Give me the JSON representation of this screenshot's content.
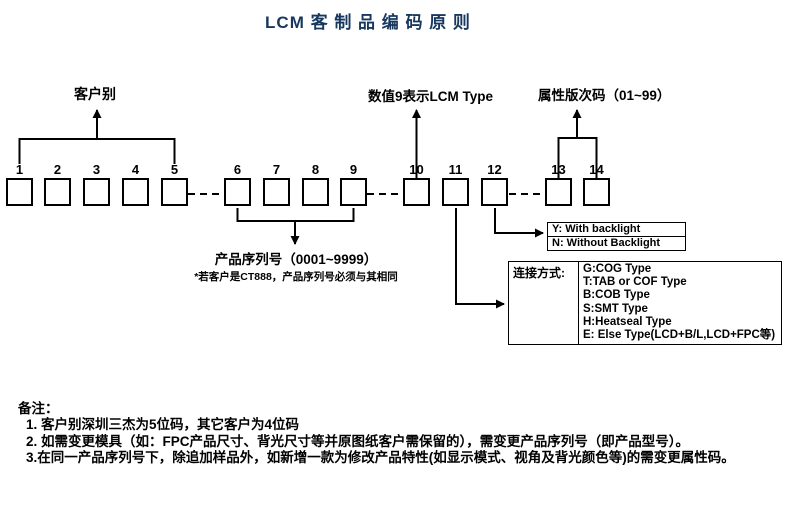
{
  "page": {
    "title": "LCM 客 制 品 编 码 原 则"
  },
  "colors": {
    "title_text": "#17375E",
    "line": "#000000"
  },
  "diagram": {
    "box_numbers": [
      "1",
      "2",
      "3",
      "4",
      "5",
      "6",
      "7",
      "8",
      "9",
      "10",
      "11",
      "12",
      "13",
      "14"
    ],
    "labels": {
      "customer_type": "客户别",
      "lcm_type": "数值9表示LCM Type",
      "attr_version": "属性版次码（01~99）",
      "serial_number": "产品序列号（0001~9999）",
      "serial_note": "*若客户是CT888，产品序列号必须与其相同"
    },
    "backlight_table": {
      "rows": [
        "Y: With backlight",
        "N: Without Backlight"
      ]
    },
    "connection_table": {
      "header": "连接方式:",
      "options": [
        "G:COG Type",
        "T:TAB or COF Type",
        "B:COB Type",
        "S:SMT Type",
        "H:Heatseal Type",
        "E: Else Type(LCD+B/L,LCD+FPC等)"
      ]
    }
  },
  "notes": {
    "heading": "备注：",
    "items": [
      "1. 客户别深圳三杰为5位码，其它客户为4位码",
      "2. 如需变更模具（如：FPC产品尺寸、背光尺寸等并原图纸客户需保留的），需变更产品序列号（即产品型号）。",
      "3.在同一产品序列号下，除追加样品外，如新增一款为修改产品特性(如显示模式、视角及背光颜色等)的需变更属性码。"
    ]
  }
}
